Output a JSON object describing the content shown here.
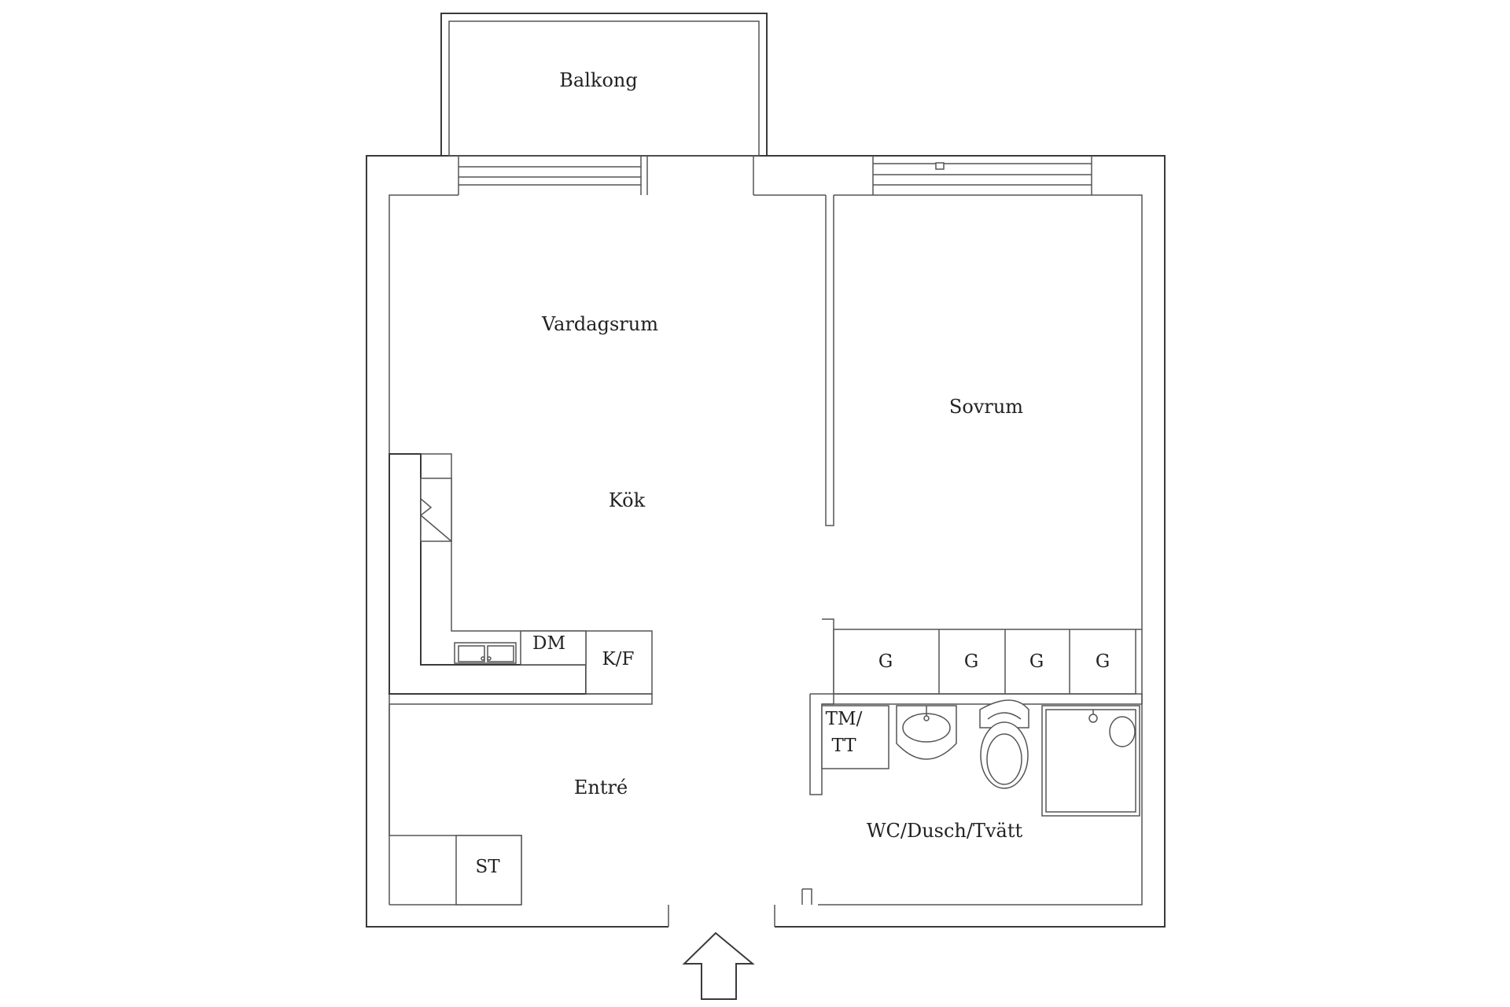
{
  "rooms": {
    "balkong": "Balkong",
    "vardagsrum": "Vardagsrum",
    "sovrum": "Sovrum",
    "kok": "Kök",
    "entre": "Entré",
    "wc": "WC/Dusch/Tvätt"
  },
  "fixtures": {
    "dm": "DM",
    "kf": "K/F",
    "st": "ST",
    "tm_line1": "TM/",
    "tm_line2": "TT",
    "g1": "G",
    "g2": "G",
    "g3": "G",
    "g4": "G"
  },
  "icons": {
    "entrance": "entrance-arrow-icon",
    "sink": "kitchen-sink-icon",
    "washbasin": "washbasin-icon",
    "toilet": "toilet-icon",
    "shower": "shower-icon"
  }
}
